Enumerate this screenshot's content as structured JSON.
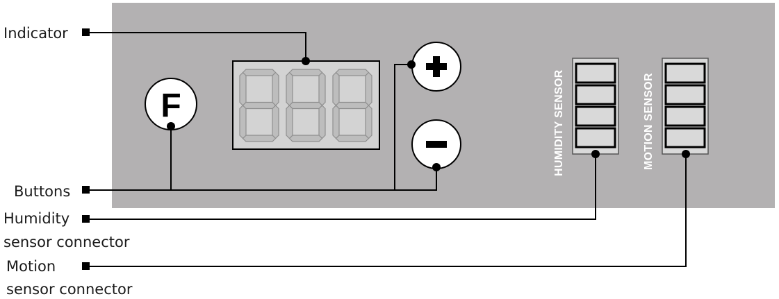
{
  "labels": {
    "indicator": "Indicator",
    "buttons": "Buttons",
    "humidity_connector_line1": "Humidity",
    "humidity_connector_line2": "sensor connector",
    "motion_connector_line1": "Motion",
    "motion_connector_line2": "sensor connector"
  },
  "panel": {
    "button_f": "F",
    "button_plus": "+",
    "button_minus": "−",
    "humidity_sensor": "HUMIDITY SENSOR",
    "motion_sensor": "MOTION SENSOR",
    "display_digits": 3,
    "connector_slots": 4
  },
  "colors": {
    "panel": "#b3b1b2",
    "display_bg": "#d3d3d3",
    "segment": "#bdbdbd",
    "connector_bg": "#d9d9d9"
  }
}
